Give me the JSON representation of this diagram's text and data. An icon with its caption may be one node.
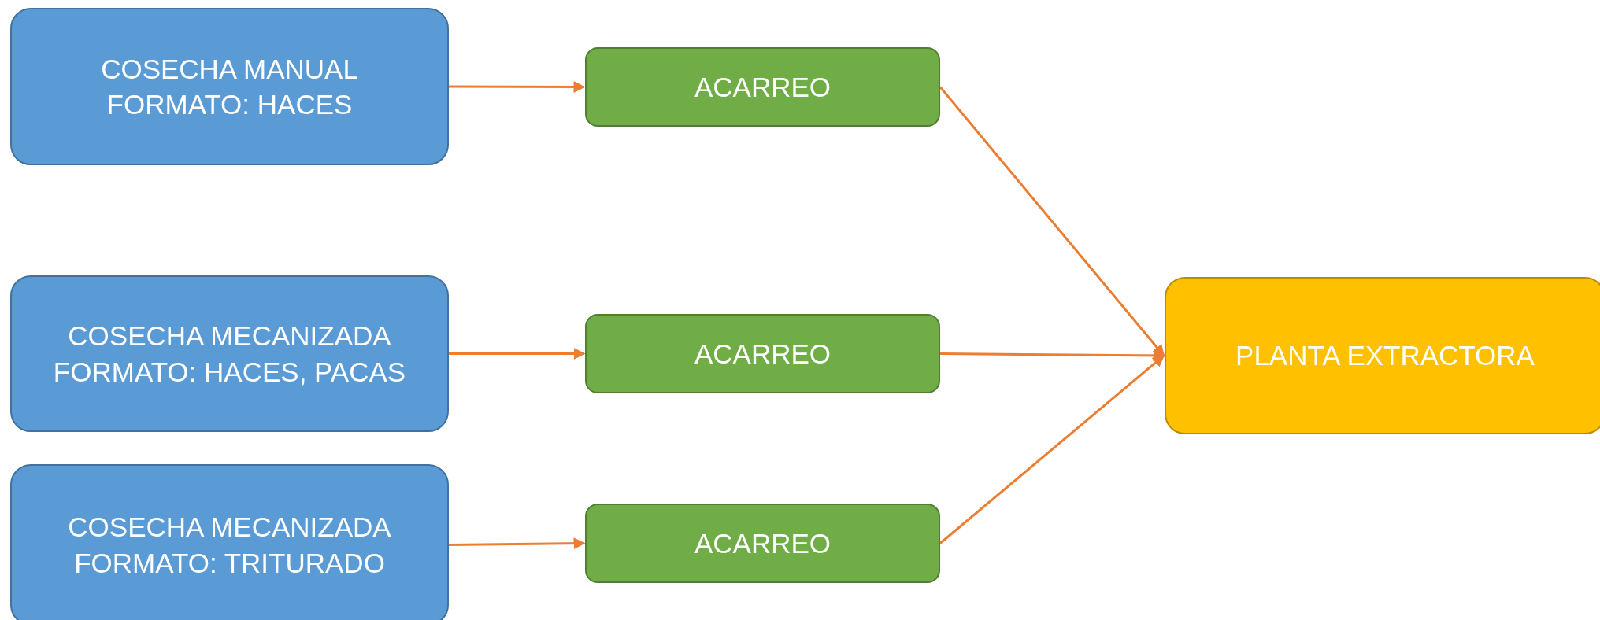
{
  "diagram": {
    "nodes": [
      {
        "text": [
          "COSECHA MANUAL FORMATO: HACES"
        ]
      },
      {
        "text": [
          "ACARREO"
        ]
      },
      {
        "text": [
          "COSECHA MECANIZADA FORMATO: HACES, PACAS"
        ]
      },
      {
        "text": [
          "ACARREO"
        ]
      },
      {
        "text": [
          "PLANTA EXTRACTORA"
        ]
      },
      {
        "text": [
          "COSECHA MECANIZADA FORMATO: TRITURADO"
        ]
      },
      {
        "text": [
          "ACARREO"
        ]
      }
    ],
    "edges": [
      {
        "from": 0,
        "to": 1,
        "arrow": "to"
      },
      {
        "from": 2,
        "to": 3,
        "arrow": "to"
      },
      {
        "from": 5,
        "to": 6,
        "arrow": "to"
      },
      {
        "from": 1,
        "to": 4,
        "arrow": "to"
      },
      {
        "from": 3,
        "to": 4,
        "arrow": "to"
      },
      {
        "from": 6,
        "to": 4,
        "arrow": "to"
      }
    ]
  }
}
